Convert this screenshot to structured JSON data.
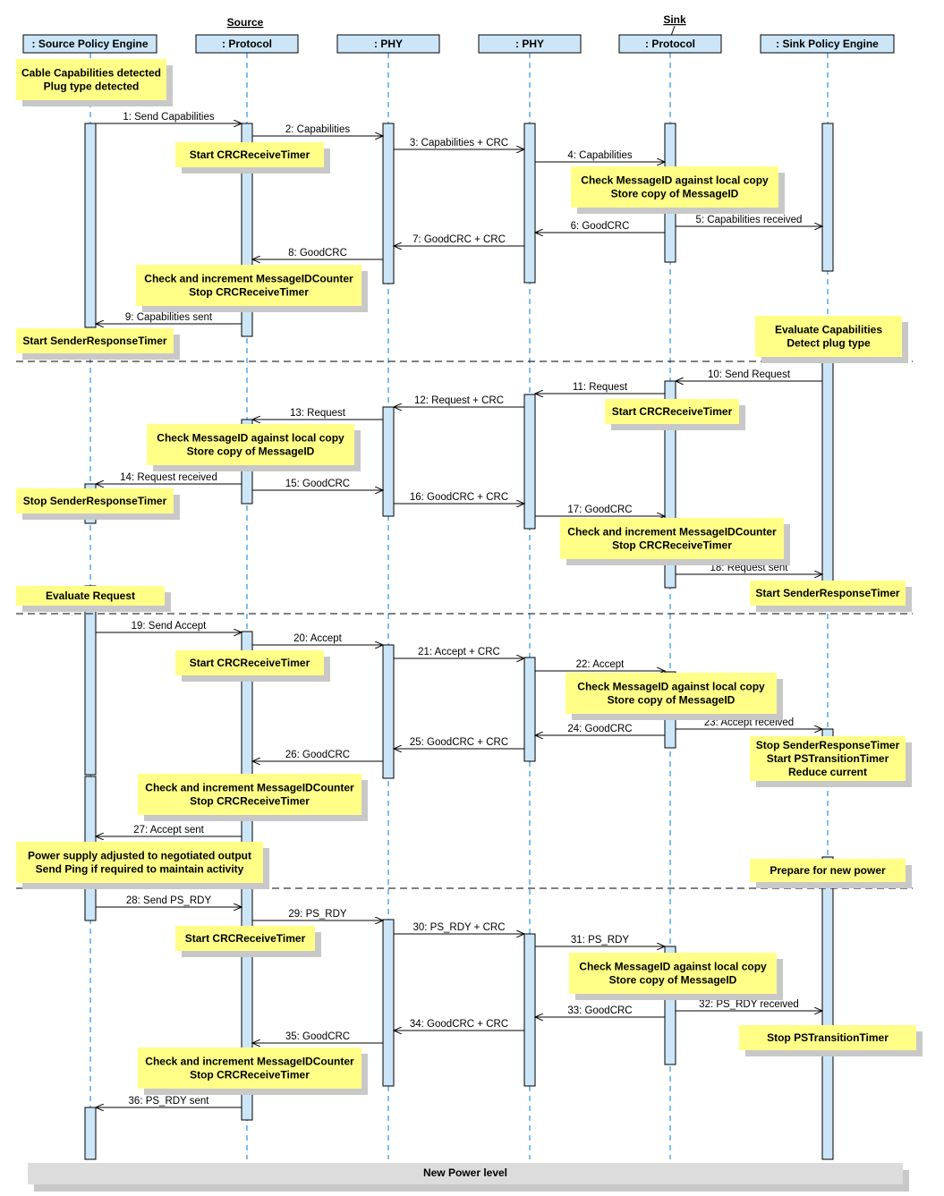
{
  "groups": {
    "source": "Source",
    "sink": "Sink"
  },
  "participants": [
    ": Source Policy Engine",
    ": Protocol",
    ": PHY",
    ": PHY",
    ": Protocol",
    ": Sink Policy Engine"
  ],
  "messages": [
    "1: Send Capabilities",
    "2: Capabilities",
    "3: Capabilities + CRC",
    "4: Capabilities",
    "5: Capabilities received",
    "6: GoodCRC",
    "7: GoodCRC + CRC",
    "8: GoodCRC",
    "9: Capabilities sent",
    "10: Send Request",
    "11: Request",
    "12: Request + CRC",
    "13: Request",
    "14: Request received",
    "15: GoodCRC",
    "16: GoodCRC + CRC",
    "17: GoodCRC",
    "18: Request sent",
    "19: Send Accept",
    "20: Accept",
    "21: Accept + CRC",
    "22: Accept",
    "23: Accept received",
    "24: GoodCRC",
    "25: GoodCRC + CRC",
    "26: GoodCRC",
    "27: Accept sent",
    "28: Send PS_RDY",
    "29: PS_RDY",
    "30: PS_RDY + CRC",
    "31: PS_RDY",
    "32: PS_RDY received",
    "33: GoodCRC",
    "34: GoodCRC + CRC",
    "35: GoodCRC",
    "36: PS_RDY sent"
  ],
  "notes": [
    [
      "Cable Capabilities detected",
      "Plug type detected"
    ],
    [
      "Start CRCReceiveTimer"
    ],
    [
      "Check MessageID against local copy",
      "Store copy of MessageID"
    ],
    [
      "Check and increment MessageIDCounter",
      "Stop CRCReceiveTimer"
    ],
    [
      "Start SenderResponseTimer"
    ],
    [
      "Evaluate Capabilities",
      "Detect plug type"
    ],
    [
      "Start CRCReceiveTimer"
    ],
    [
      "Check MessageID against local copy",
      "Store copy of MessageID"
    ],
    [
      "Stop SenderResponseTimer"
    ],
    [
      "Check and increment MessageIDCounter",
      "Stop CRCReceiveTimer"
    ],
    [
      "Evaluate Request"
    ],
    [
      "Start SenderResponseTimer"
    ],
    [
      "Start CRCReceiveTimer"
    ],
    [
      "Check MessageID against local copy",
      "Store copy of MessageID"
    ],
    [
      "Stop SenderResponseTimer",
      "Start PSTransitionTimer",
      "Reduce current"
    ],
    [
      "Check and increment MessageIDCounter",
      "Stop CRCReceiveTimer"
    ],
    [
      "Power supply adjusted to negotiated output",
      "Send Ping if required to maintain activity"
    ],
    [
      "Prepare for new power"
    ],
    [
      "Start CRCReceiveTimer"
    ],
    [
      "Check MessageID against local copy",
      "Store copy of MessageID"
    ],
    [
      "Stop PSTransitionTimer"
    ],
    [
      "Check and increment MessageIDCounter",
      "Stop CRCReceiveTimer"
    ]
  ],
  "final_bar": "New Power level",
  "colors": {
    "note_fill": "#ffff88",
    "note_shadow": "#c8c8c8",
    "activation_fill": "#cce6f8",
    "lifeline": "#7fbfef",
    "header_fill": "#cce6f8"
  }
}
